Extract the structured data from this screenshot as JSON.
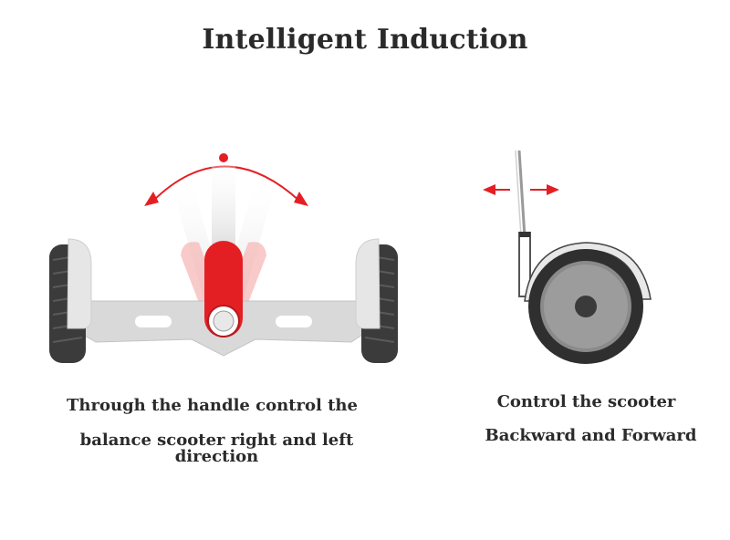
{
  "title": "Intelligent Induction",
  "left_caption": {
    "line1": "Through the handle control the",
    "line2": "balance scooter right and left direction"
  },
  "right_caption": {
    "line1": "Control the scooter",
    "line2": "Backward and Forward"
  },
  "colors": {
    "accent_red": "#e41f24",
    "body_gray": "#d8d8d8",
    "tire_dark": "#3a3a3a"
  }
}
